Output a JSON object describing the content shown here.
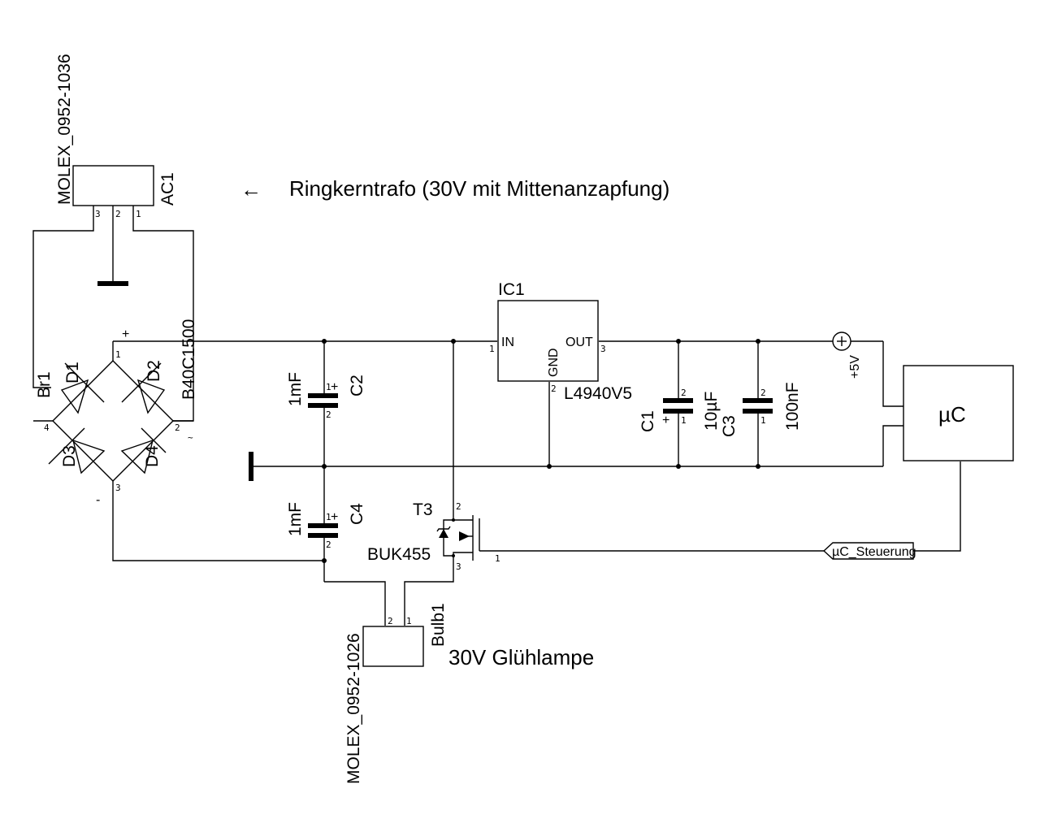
{
  "schematic": {
    "connector_ac": {
      "ref": "AC1",
      "part": "MOLEX_0952-1036",
      "pins": [
        "3",
        "2",
        "1"
      ]
    },
    "annotation_transformer": {
      "arrow": "←",
      "text": "Ringkerntrafo (30V mit Mittenanzapfung)"
    },
    "bridge": {
      "ref": "Br1",
      "part": "B40C1500",
      "diodes": [
        "D1",
        "D2",
        "D3",
        "D4"
      ],
      "pins": [
        "1",
        "2",
        "3",
        "4"
      ],
      "plus": "+",
      "minus": "-",
      "ac_mark": "~"
    },
    "cap_c2": {
      "ref": "C2",
      "value": "1mF",
      "pin1": "1",
      "pin2": "2",
      "polarity": "+"
    },
    "cap_c4": {
      "ref": "C4",
      "value": "1mF",
      "pin1": "1",
      "pin2": "2",
      "polarity": "+"
    },
    "regulator": {
      "ref": "IC1",
      "part": "L4940V5",
      "in": "IN",
      "out": "OUT",
      "gnd": "GND",
      "pin_in": "1",
      "pin_gnd": "2",
      "pin_out": "3"
    },
    "cap_c1": {
      "ref": "C1",
      "value": "10µF",
      "pin1": "1",
      "pin2": "2",
      "polarity": "+"
    },
    "cap_c3": {
      "ref": "C3",
      "value": "100nF",
      "pin1": "1",
      "pin2": "2"
    },
    "supply": {
      "label": "+5V"
    },
    "mcu": {
      "label": "µC"
    },
    "transistor": {
      "ref": "T3",
      "part": "BUK455",
      "pin_gate": "1",
      "pin_drain": "2",
      "pin_source": "3"
    },
    "net_label": {
      "text": "µC_Steuerung"
    },
    "connector_bulb": {
      "ref": "Bulb1",
      "part": "MOLEX_0952-1026",
      "pins": [
        "2",
        "1"
      ]
    },
    "annotation_bulb": {
      "text": "30V Glühlampe"
    }
  }
}
